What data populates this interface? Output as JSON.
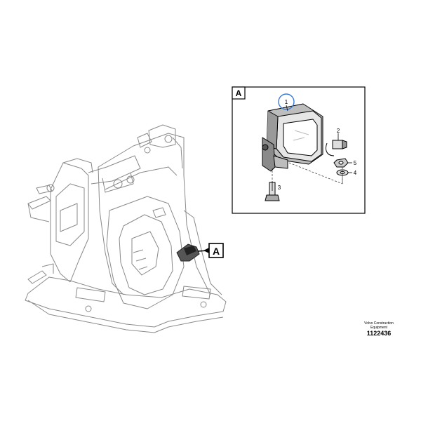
{
  "detail_tag": "A",
  "pointer_tag": "A",
  "callouts": [
    "1",
    "2",
    "3",
    "4",
    "5"
  ],
  "credit": {
    "line1": "Volvo Construction",
    "line2": "Equipment",
    "number": "1122436"
  }
}
